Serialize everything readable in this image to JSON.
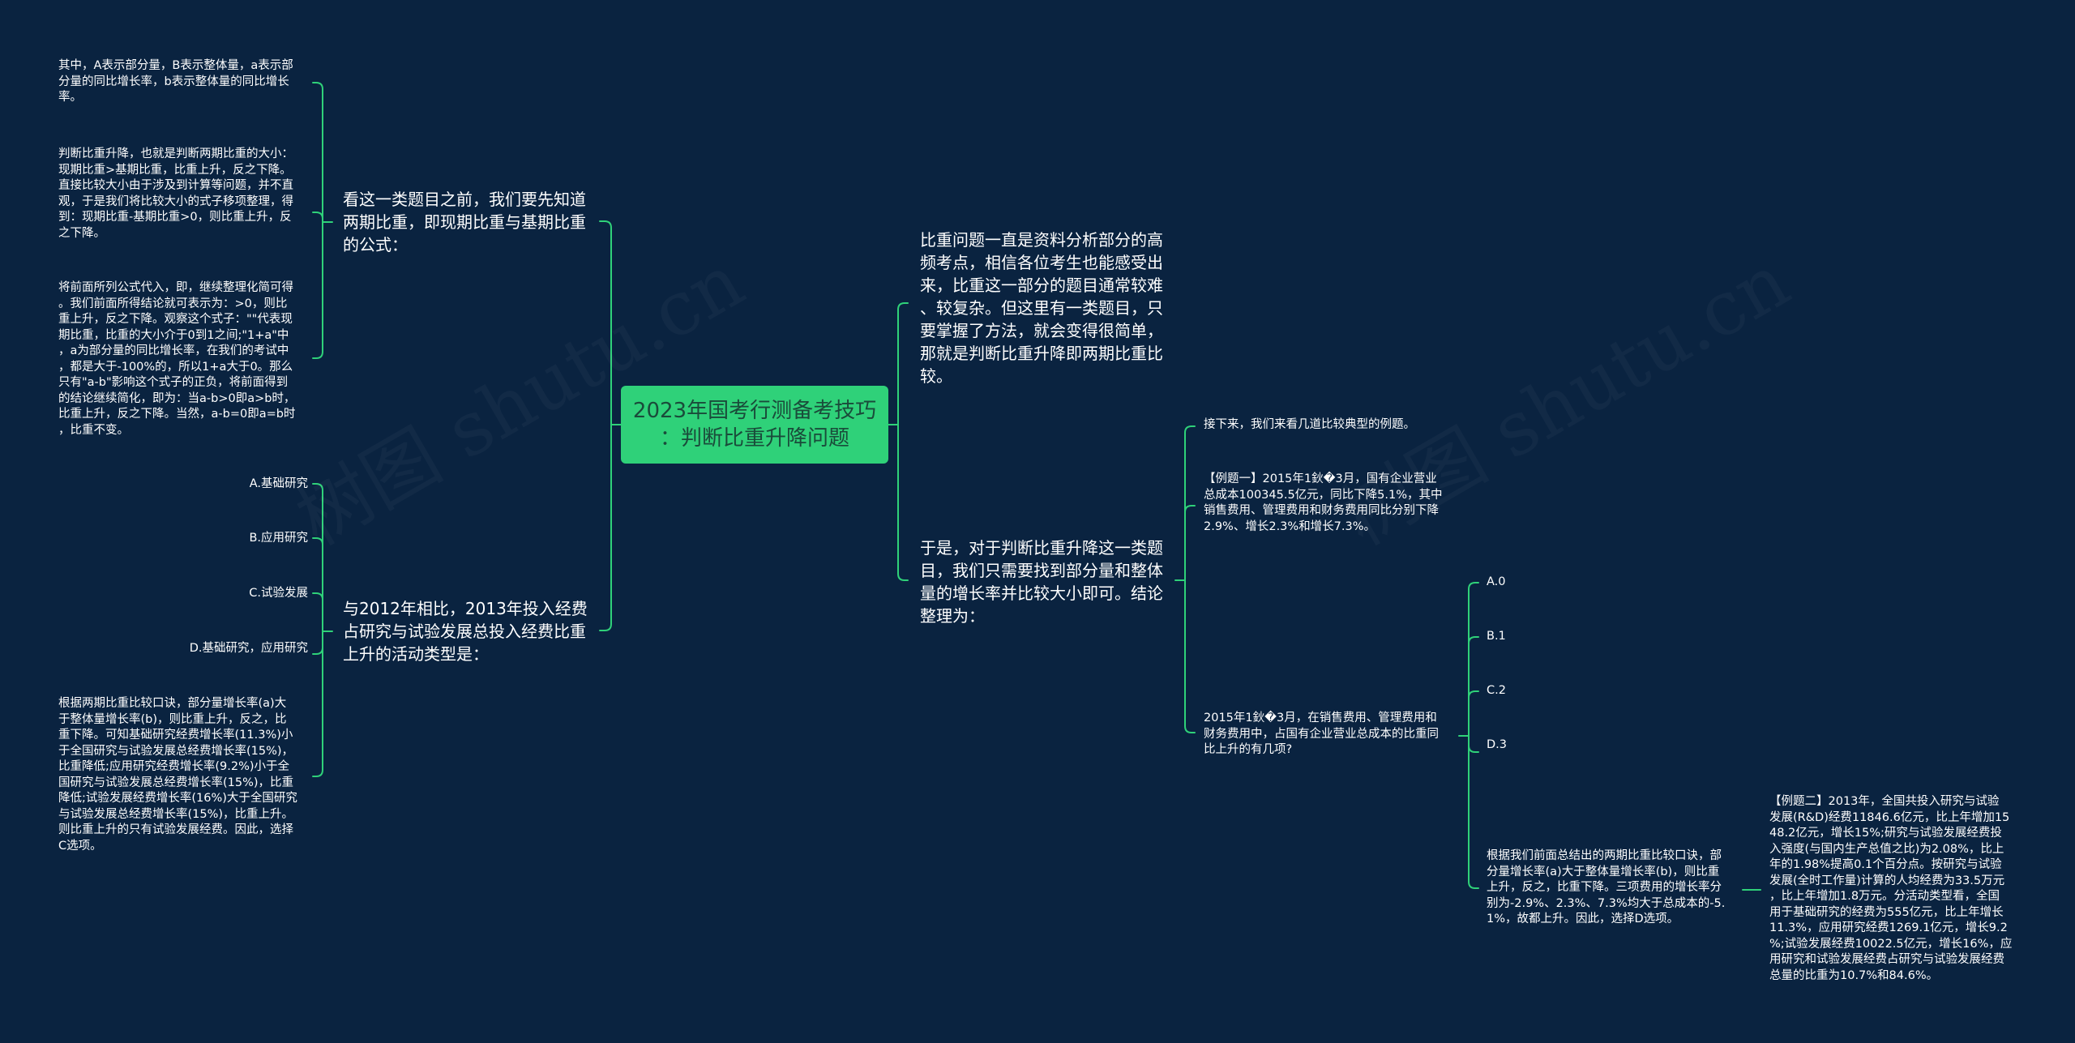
{
  "root": {
    "title": "2023年国考行测备考技巧\n：判断比重升降问题"
  },
  "left": {
    "branch1": {
      "label": "看这一类题目之前，我们要先知道\n两期比重，即现期比重与基期比重\n的公式：",
      "children": [
        "其中，A表示部分量，B表示整体量，a表示部\n分量的同比增长率，b表示整体量的同比增长\n率。",
        "判断比重升降，也就是判断两期比重的大小：\n现期比重>基期比重，比重上升，反之下降。\n直接比较大小由于涉及到计算等问题，并不直\n观，于是我们将比较大小的式子移项整理，得\n到：现期比重-基期比重>0，则比重上升，反\n之下降。",
        "将前面所列公式代入，即，继续整理化简可得\n。我们前面所得结论就可表示为：>0，则比\n重上升，反之下降。观察这个式子：\"\"代表现\n期比重，比重的大小介于0到1之间;\"1+a\"中\n，a为部分量的同比增长率，在我们的考试中\n，都是大于-100%的，所以1+a大于0。那么\n只有\"a-b\"影响这个式子的正负，将前面得到\n的结论继续简化，即为：当a-b>0即a>b时，\n比重上升，反之下降。当然，a-b=0即a=b时\n，比重不变。"
      ]
    },
    "branch2": {
      "label": "与2012年相比，2013年投入经费\n占研究与试验发展总投入经费比重\n上升的活动类型是：",
      "options": [
        "A.基础研究",
        "B.应用研究",
        "C.试验发展",
        "D.基础研究，应用研究"
      ],
      "answer": "根据两期比重比较口诀，部分量增长率(a)大\n于整体量增长率(b)，则比重上升，反之，比\n重下降。可知基础研究经费增长率(11.3%)小\n于全国研究与试验发展总经费增长率(15%)，\n比重降低;应用研究经费增长率(9.2%)小于全\n国研究与试验发展总经费增长率(15%)，比重\n降低;试验发展经费增长率(16%)大于全国研究\n与试验发展总经费增长率(15%)，比重上升。\n则比重上升的只有试验发展经费。因此，选择\nC选项。"
    }
  },
  "right": {
    "branch1": {
      "label": "比重问题一直是资料分析部分的高\n频考点，相信各位考生也能感受出\n来，比重这一部分的题目通常较难\n、较复杂。但这里有一类题目，只\n要掌握了方法，就会变得很简单，\n那就是判断比重升降即两期比重比\n较。"
    },
    "branch2": {
      "label": "于是，对于判断比重升降这一类题\n目，我们只需要找到部分量和整体\n量的增长率并比较大小即可。结论\n整理为：",
      "intro": "接下来，我们来看几道比较典型的例题。",
      "example1": "【例题一】2015年1鈥�3月，国有企业营业\n总成本100345.5亿元，同比下降5.1%，其中\n销售费用、管理费用和财务费用同比分别下降\n2.9%、增长2.3%和增长7.3%。",
      "question": "2015年1鈥�3月，在销售费用、管理费用和\n财务费用中，占国有企业营业总成本的比重同\n比上升的有几项?",
      "options": [
        "A.0",
        "B.1",
        "C.2",
        "D.3"
      ],
      "answer": "根据我们前面总结出的两期比重比较口诀，部\n分量增长率(a)大于整体量增长率(b)，则比重\n上升，反之，比重下降。三项费用的增长率分\n别为-2.9%、2.3%、7.3%均大于总成本的-5.\n1%，故都上升。因此，选择D选项。",
      "example2": "【例题二】2013年，全国共投入研究与试验\n发展(R&D)经费11846.6亿元，比上年增加15\n48.2亿元，增长15%;研究与试验发展经费投\n入强度(与国内生产总值之比)为2.08%，比上\n年的1.98%提高0.1个百分点。按研究与试验\n发展(全时工作量)计算的人均经费为33.5万元\n，比上年增加1.8万元。分活动类型看，全国\n用于基础研究的经费为555亿元，比上年增长\n11.3%，应用研究经费1269.1亿元，增长9.2\n%;试验发展经费10022.5亿元，增长16%，应\n用研究和试验发展经费占研究与试验发展经费\n总量的比重为10.7%和84.6%。"
    }
  },
  "watermark": "树图 shutu.cn",
  "colors": {
    "background": "#0a2340",
    "line": "#2fd179",
    "root_fill": "#2fd179",
    "root_text": "#1a4b3a",
    "text": "#ffffff"
  }
}
